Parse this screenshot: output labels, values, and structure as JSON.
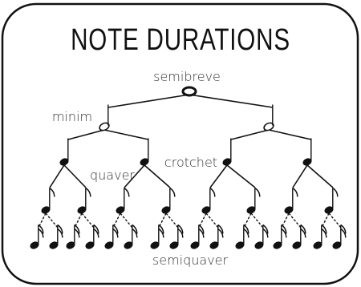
{
  "title": "NOTE DURATIONS",
  "labels": {
    "semibreve": "semibreve",
    "minim": "minim",
    "crotchet": "crotchet",
    "quaver": "quaver",
    "semiquaver": "semiquaver"
  },
  "levels": [
    {
      "name": "semibreve",
      "count": 1
    },
    {
      "name": "minim",
      "count": 2
    },
    {
      "name": "crotchet",
      "count": 4
    },
    {
      "name": "quaver",
      "count": 8
    },
    {
      "name": "semiquaver",
      "count": 16
    }
  ]
}
